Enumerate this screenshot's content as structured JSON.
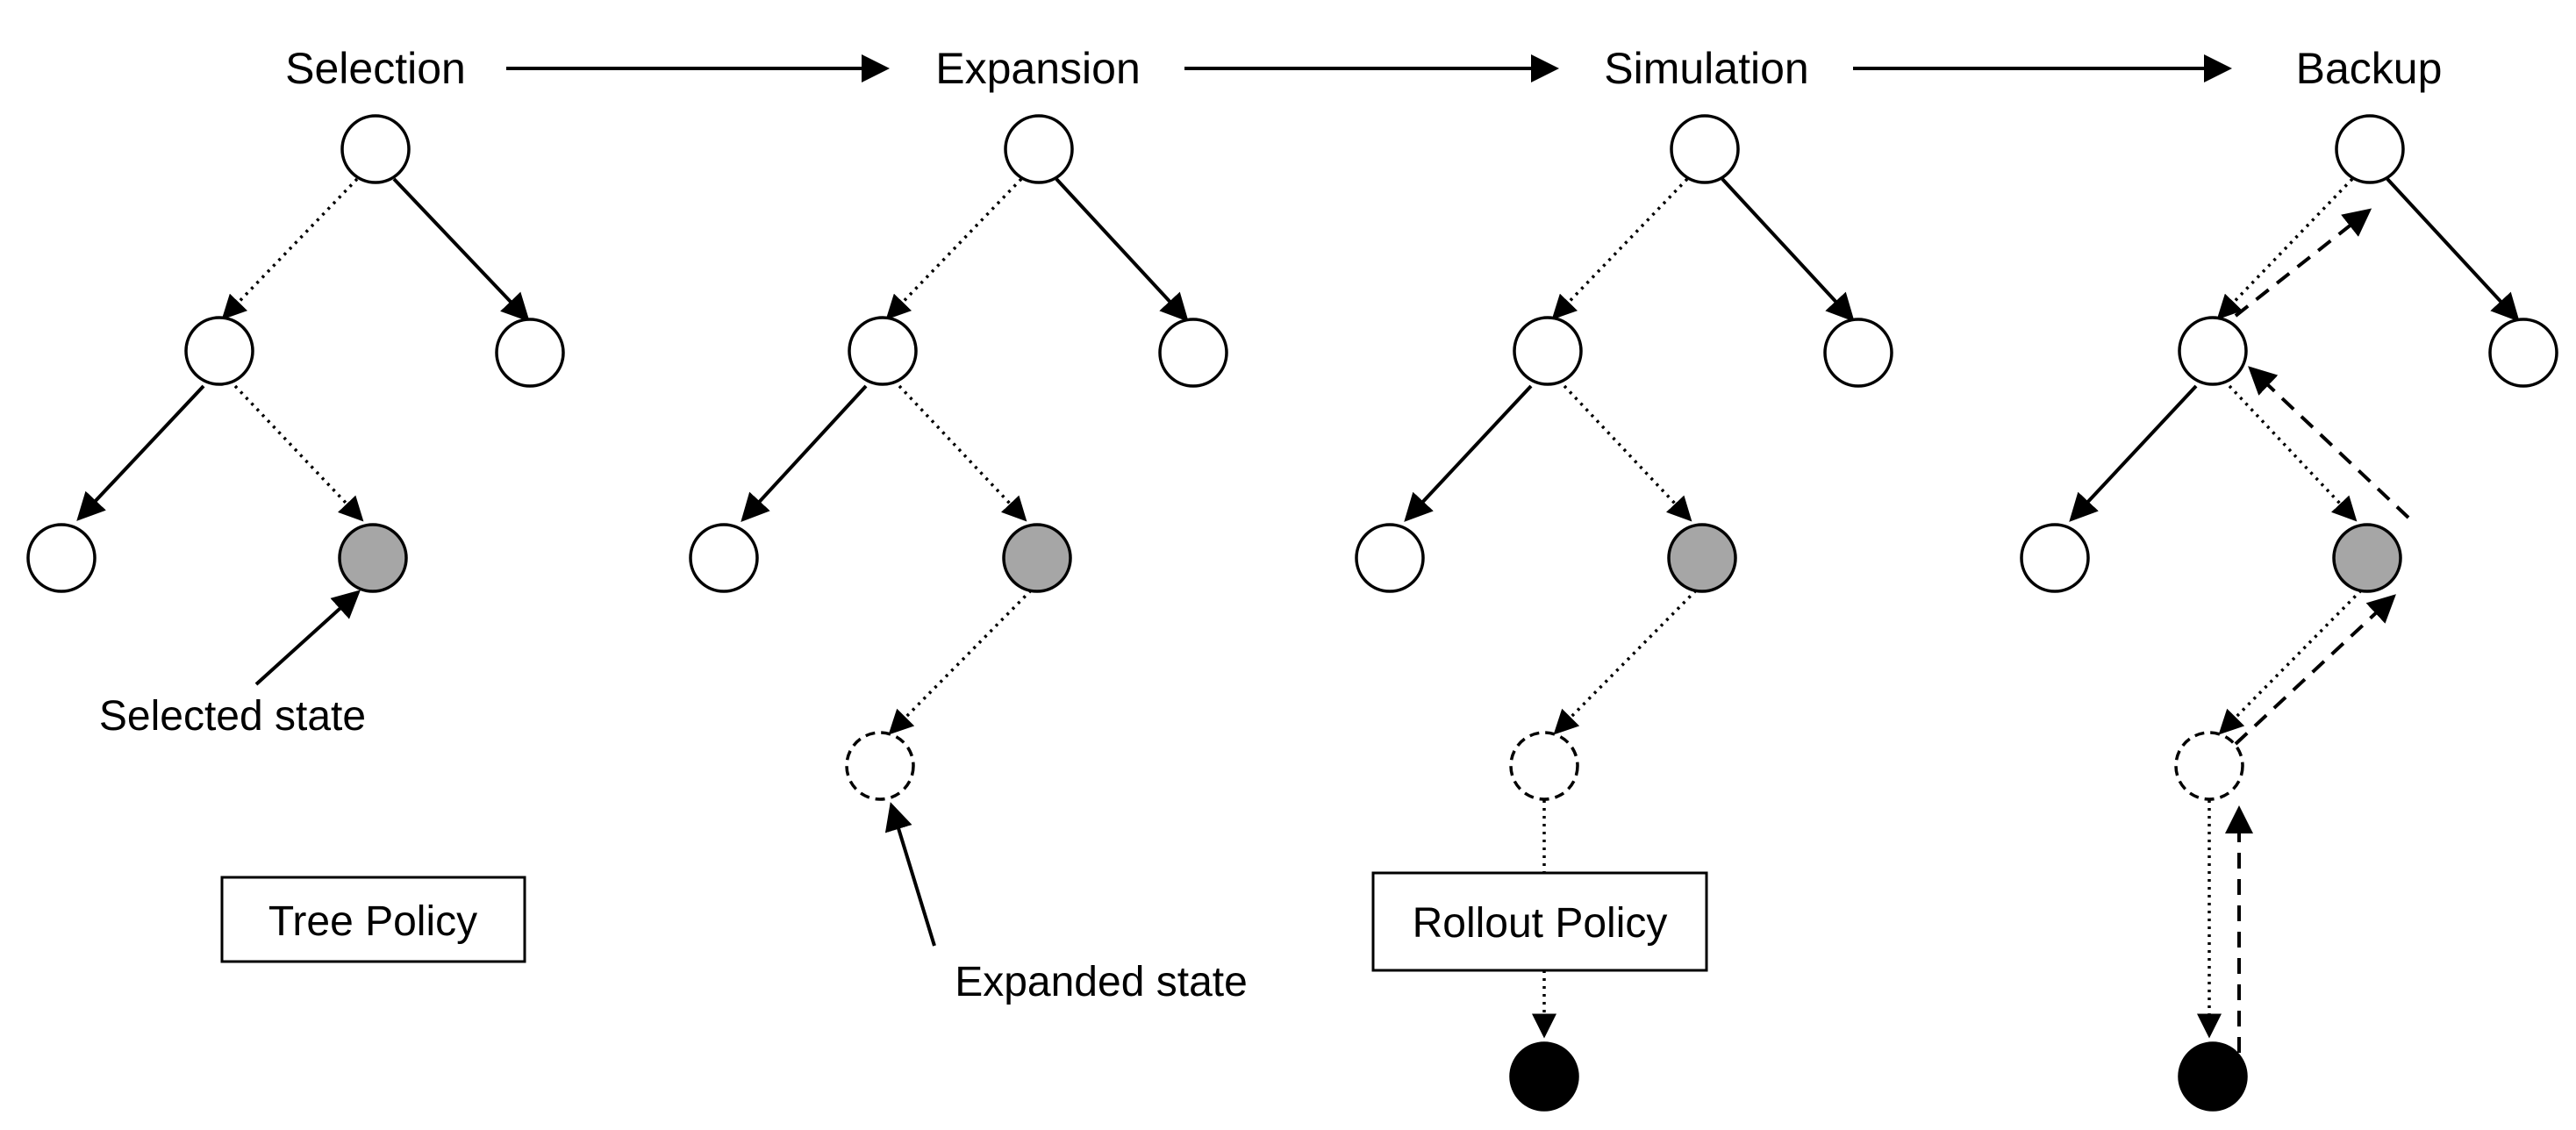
{
  "stages": [
    {
      "title": "Selection"
    },
    {
      "title": "Expansion"
    },
    {
      "title": "Simulation"
    },
    {
      "title": "Backup"
    }
  ],
  "labels": {
    "selected_state": "Selected state",
    "expanded_state": "Expanded state"
  },
  "policies": {
    "tree_policy": "Tree Policy",
    "rollout_policy": "Rollout Policy"
  },
  "colors": {
    "node_fill": "#ffffff",
    "selected_node_fill": "#a6a6a6",
    "terminal_node_fill": "#000000",
    "stroke": "#000000"
  }
}
